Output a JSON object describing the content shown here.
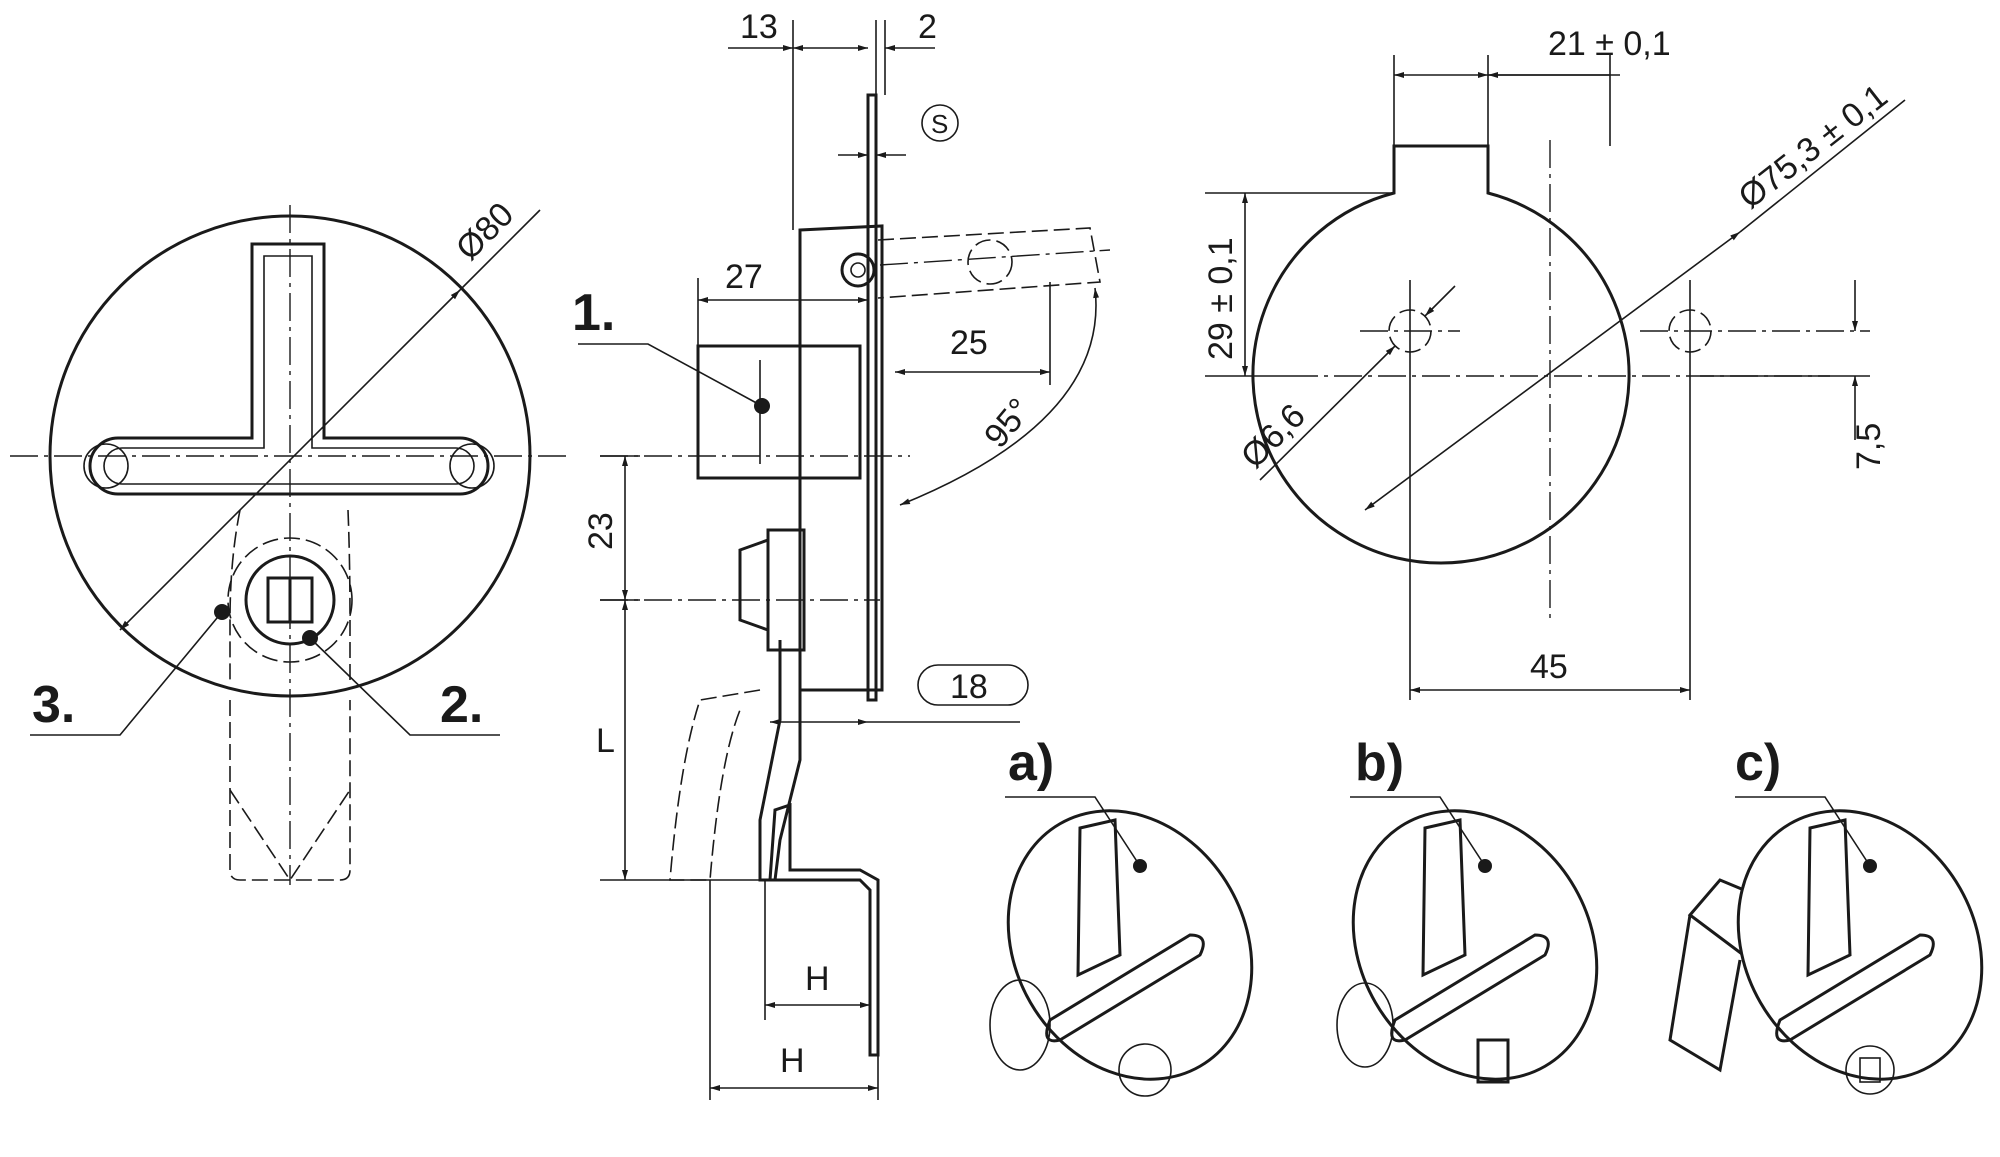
{
  "dimensions": {
    "dia80": "Ø80",
    "d13": "13",
    "d2": "2",
    "s": "S",
    "d27": "27",
    "d25": "25",
    "a95": "95°",
    "d23": "23",
    "L": "L",
    "d18": "18",
    "H1": "H",
    "H2": "H",
    "d21": "21 ± 0,1",
    "dia753": "Ø75,3 ± 0,1",
    "d29": "29 ± 0,1",
    "dia66": "Ø6,6",
    "d75": "7,5",
    "d45": "45"
  },
  "callouts": {
    "c1": "1.",
    "c2": "2.",
    "c3": "3.",
    "va": "a)",
    "vb": "b)",
    "vc": "c)"
  }
}
